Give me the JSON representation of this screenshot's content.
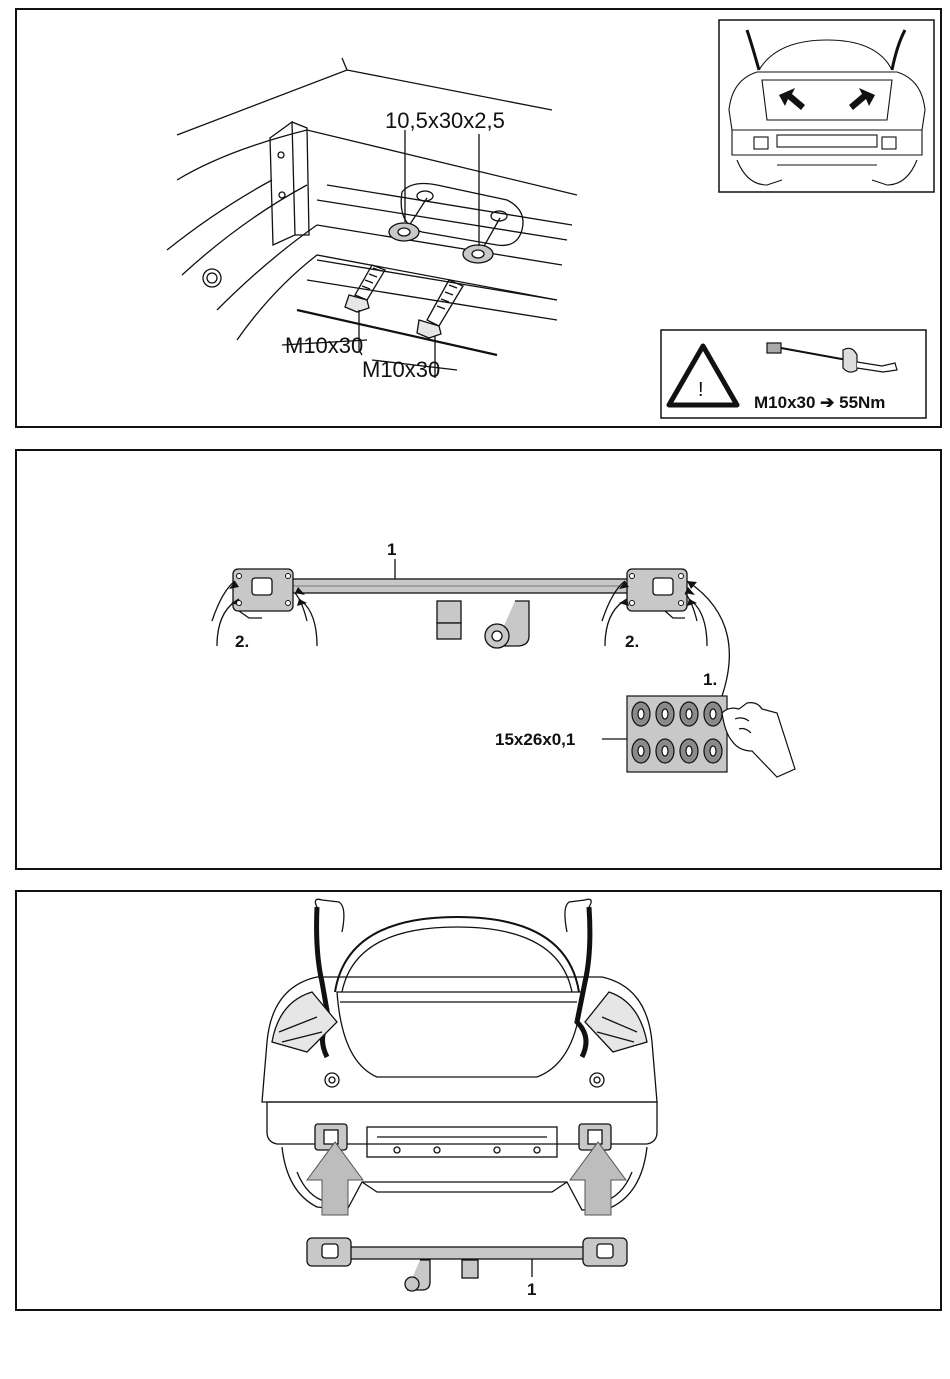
{
  "panel1": {
    "washer_label": "10,5x30x2,5",
    "bolt_label_1": "M10x30",
    "bolt_label_2": "M10x30",
    "torque_label": "M10x30 ➔ 55Nm",
    "warning_symbol": "!"
  },
  "panel2": {
    "bar_label": "1",
    "step_left": "2.",
    "step_right": "2.",
    "step_one": "1.",
    "shim_label": "15x26x0,1"
  },
  "panel3": {
    "bar_label": "1"
  },
  "icons": [
    "warning-triangle-icon",
    "torque-wrench-icon",
    "hand-icon",
    "arrow-icon"
  ],
  "colors": {
    "line": "#111111",
    "fill_gray": "#c8c8c8",
    "fill_dark": "#8a8a8a",
    "fill_light": "#e6e6e6"
  }
}
